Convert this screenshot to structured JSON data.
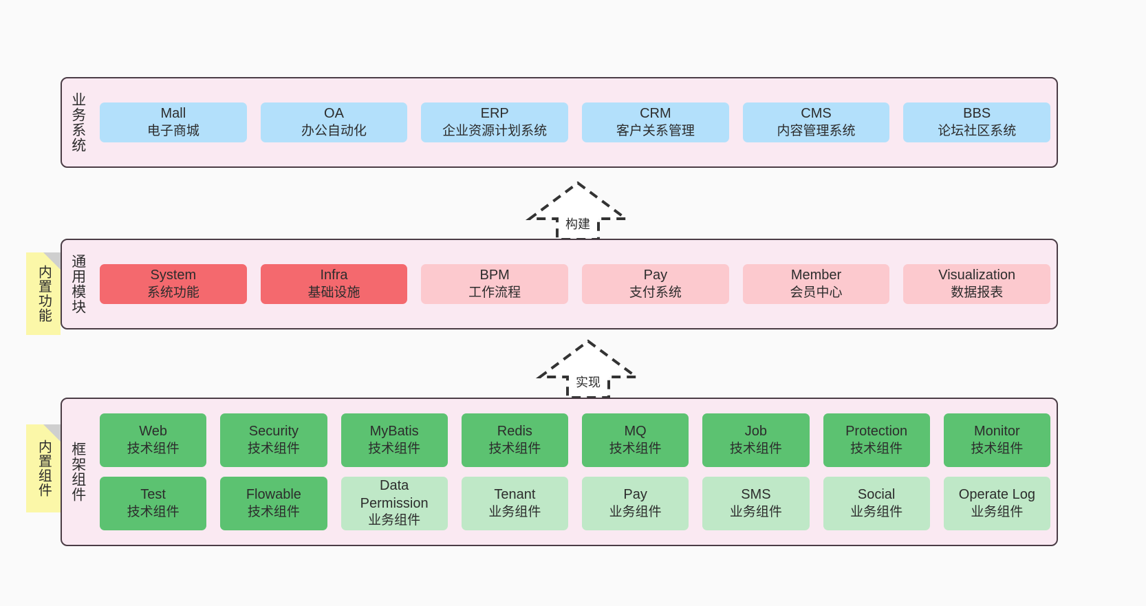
{
  "diagram": {
    "title_hidden": "",
    "background_color": "#fafafa",
    "band_fill": "#fae9f2",
    "band_border": "#4a3c45",
    "note_fill": "#fbf7a8",
    "note_fold": "#cfcfcf"
  },
  "layers": [
    {
      "id": "business-system",
      "label": "业务系统",
      "note": null,
      "rows": [
        {
          "cards": [
            {
              "name": "Mall",
              "sub": "电子商城",
              "color": "#b3e0fb",
              "style": "c-blue"
            },
            {
              "name": "OA",
              "sub": "办公自动化",
              "color": "#b3e0fb",
              "style": "c-blue"
            },
            {
              "name": "ERP",
              "sub": "企业资源计划系统",
              "color": "#b3e0fb",
              "style": "c-blue"
            },
            {
              "name": "CRM",
              "sub": "客户关系管理",
              "color": "#b3e0fb",
              "style": "c-blue"
            },
            {
              "name": "CMS",
              "sub": "内容管理系统",
              "color": "#b3e0fb",
              "style": "c-blue"
            },
            {
              "name": "BBS",
              "sub": "论坛社区系统",
              "color": "#b3e0fb",
              "style": "c-blue"
            }
          ]
        }
      ]
    },
    {
      "id": "common-module",
      "label": "通用模块",
      "note": "内置功能",
      "rows": [
        {
          "cards": [
            {
              "name": "System",
              "sub": "系统功能",
              "color": "#f4696e",
              "style": "c-red"
            },
            {
              "name": "Infra",
              "sub": "基础设施",
              "color": "#f4696e",
              "style": "c-red"
            },
            {
              "name": "BPM",
              "sub": "工作流程",
              "color": "#fcc9ce",
              "style": "c-pink"
            },
            {
              "name": "Pay",
              "sub": "支付系统",
              "color": "#fcc9ce",
              "style": "c-pink"
            },
            {
              "name": "Member",
              "sub": "会员中心",
              "color": "#fcc9ce",
              "style": "c-pink"
            },
            {
              "name": "Visualization",
              "sub": "数据报表",
              "color": "#fcc9ce",
              "style": "c-pink"
            }
          ]
        }
      ]
    },
    {
      "id": "framework-component",
      "label": "框架组件",
      "note": "内置组件",
      "rows": [
        {
          "cards": [
            {
              "name": "Web",
              "sub": "技术组件",
              "color": "#5cc271",
              "style": "c-green"
            },
            {
              "name": "Security",
              "sub": "技术组件",
              "color": "#5cc271",
              "style": "c-green"
            },
            {
              "name": "MyBatis",
              "sub": "技术组件",
              "color": "#5cc271",
              "style": "c-green"
            },
            {
              "name": "Redis",
              "sub": "技术组件",
              "color": "#5cc271",
              "style": "c-green"
            },
            {
              "name": "MQ",
              "sub": "技术组件",
              "color": "#5cc271",
              "style": "c-green"
            },
            {
              "name": "Job",
              "sub": "技术组件",
              "color": "#5cc271",
              "style": "c-green"
            },
            {
              "name": "Protection",
              "sub": "技术组件",
              "color": "#5cc271",
              "style": "c-green"
            },
            {
              "name": "Monitor",
              "sub": "技术组件",
              "color": "#5cc271",
              "style": "c-green"
            }
          ]
        },
        {
          "cards": [
            {
              "name": "Test",
              "sub": "技术组件",
              "color": "#5cc271",
              "style": "c-green"
            },
            {
              "name": "Flowable",
              "sub": "技术组件",
              "color": "#5cc271",
              "style": "c-green"
            },
            {
              "name": "Data Permission",
              "sub": "业务组件",
              "color": "#bfe8c7",
              "style": "c-lgreen"
            },
            {
              "name": "Tenant",
              "sub": "业务组件",
              "color": "#bfe8c7",
              "style": "c-lgreen"
            },
            {
              "name": "Pay",
              "sub": "业务组件",
              "color": "#bfe8c7",
              "style": "c-lgreen"
            },
            {
              "name": "SMS",
              "sub": "业务组件",
              "color": "#bfe8c7",
              "style": "c-lgreen"
            },
            {
              "name": "Social",
              "sub": "业务组件",
              "color": "#bfe8c7",
              "style": "c-lgreen"
            },
            {
              "name": "Operate Log",
              "sub": "业务组件",
              "color": "#bfe8c7",
              "style": "c-lgreen"
            }
          ]
        }
      ]
    }
  ],
  "arrows": [
    {
      "id": "arrow-build",
      "label": "构建",
      "direction": "up",
      "style": "dashed-hollow"
    },
    {
      "id": "arrow-implement",
      "label": "实现",
      "direction": "up",
      "style": "dashed-hollow"
    }
  ]
}
